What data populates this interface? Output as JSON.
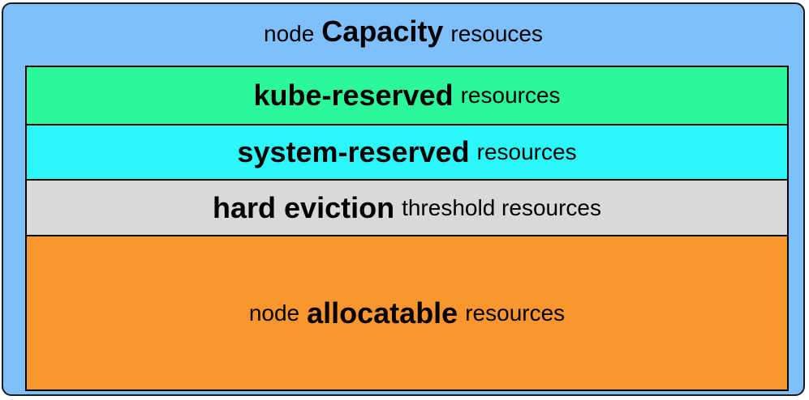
{
  "colors": {
    "capacity": "#7fbffb",
    "kube_reserved": "#2cf79a",
    "system_reserved": "#2cf6f8",
    "hard_eviction": "#d9d9d9",
    "allocatable": "#fa962f"
  },
  "capacity": {
    "prefix": "node",
    "emphasis": "Capacity",
    "suffix": "resouces"
  },
  "layers": [
    {
      "prefix": "",
      "emphasis": "kube-reserved",
      "suffix": "resources"
    },
    {
      "prefix": "",
      "emphasis": "system-reserved",
      "suffix": "resources"
    },
    {
      "prefix": "",
      "emphasis": "hard eviction",
      "suffix": "threshold resources"
    },
    {
      "prefix": "node",
      "emphasis": "allocatable",
      "suffix": "resources"
    }
  ]
}
